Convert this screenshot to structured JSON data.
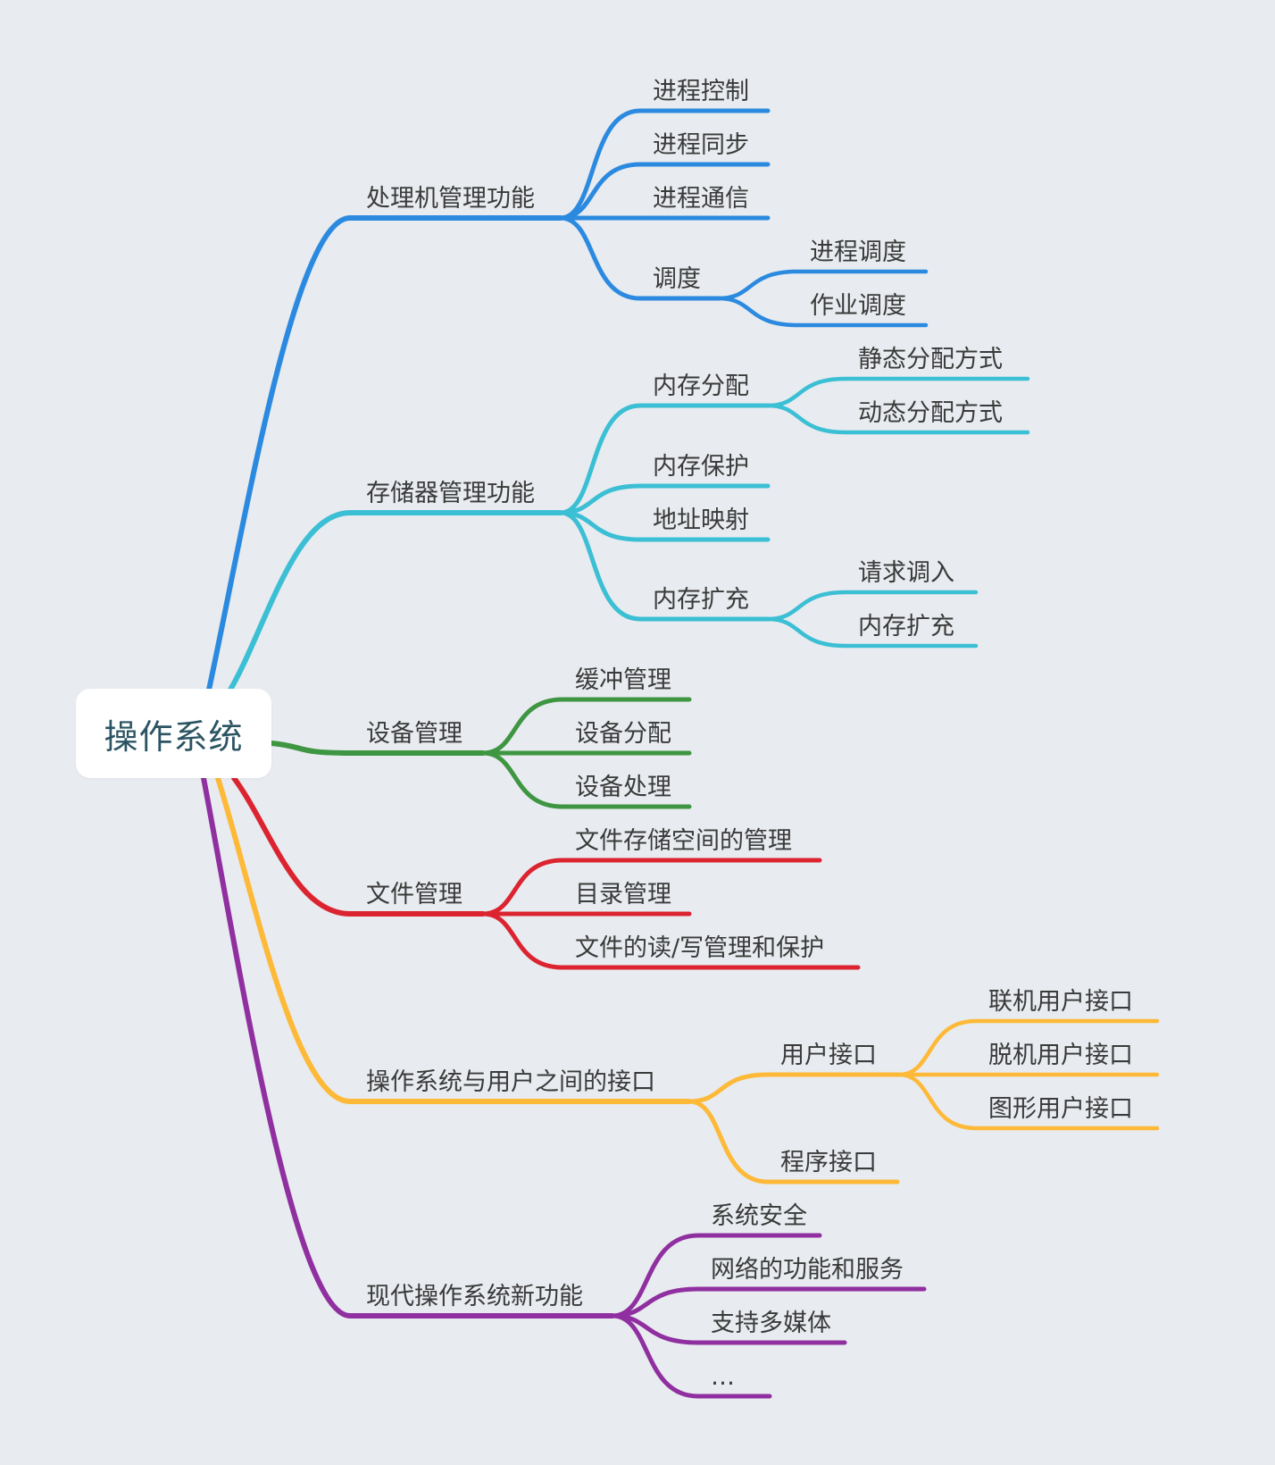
{
  "root": "操作系统",
  "colors": {
    "background": "#e8ebef",
    "blue": "#2b8ae0",
    "cyan": "#3bbfd4",
    "green": "#3e9642",
    "red": "#dc2430",
    "yellow": "#fdb937",
    "purple": "#902fa0"
  },
  "branches": [
    {
      "label": "处理机管理功能",
      "color": "blue",
      "children": [
        {
          "label": "进程控制"
        },
        {
          "label": "进程同步"
        },
        {
          "label": "进程通信"
        },
        {
          "label": "调度",
          "children": [
            {
              "label": "进程调度"
            },
            {
              "label": "作业调度"
            }
          ]
        }
      ]
    },
    {
      "label": "存储器管理功能",
      "color": "cyan",
      "children": [
        {
          "label": "内存分配",
          "children": [
            {
              "label": "静态分配方式"
            },
            {
              "label": "动态分配方式"
            }
          ]
        },
        {
          "label": "内存保护"
        },
        {
          "label": "地址映射"
        },
        {
          "label": "内存扩充",
          "children": [
            {
              "label": "请求调入"
            },
            {
              "label": "内存扩充"
            }
          ]
        }
      ]
    },
    {
      "label": "设备管理",
      "color": "green",
      "children": [
        {
          "label": "缓冲管理"
        },
        {
          "label": "设备分配"
        },
        {
          "label": "设备处理"
        }
      ]
    },
    {
      "label": "文件管理",
      "color": "red",
      "children": [
        {
          "label": "文件存储空间的管理"
        },
        {
          "label": "目录管理"
        },
        {
          "label": "文件的读/写管理和保护"
        }
      ]
    },
    {
      "label": "操作系统与用户之间的接口",
      "color": "yellow",
      "children": [
        {
          "label": "用户接口",
          "children": [
            {
              "label": "联机用户接口"
            },
            {
              "label": "脱机用户接口"
            },
            {
              "label": "图形用户接口"
            }
          ]
        },
        {
          "label": "程序接口"
        }
      ]
    },
    {
      "label": "现代操作系统新功能",
      "color": "purple",
      "children": [
        {
          "label": "系统安全"
        },
        {
          "label": "网络的功能和服务"
        },
        {
          "label": "支持多媒体"
        },
        {
          "label": "…"
        }
      ]
    }
  ]
}
